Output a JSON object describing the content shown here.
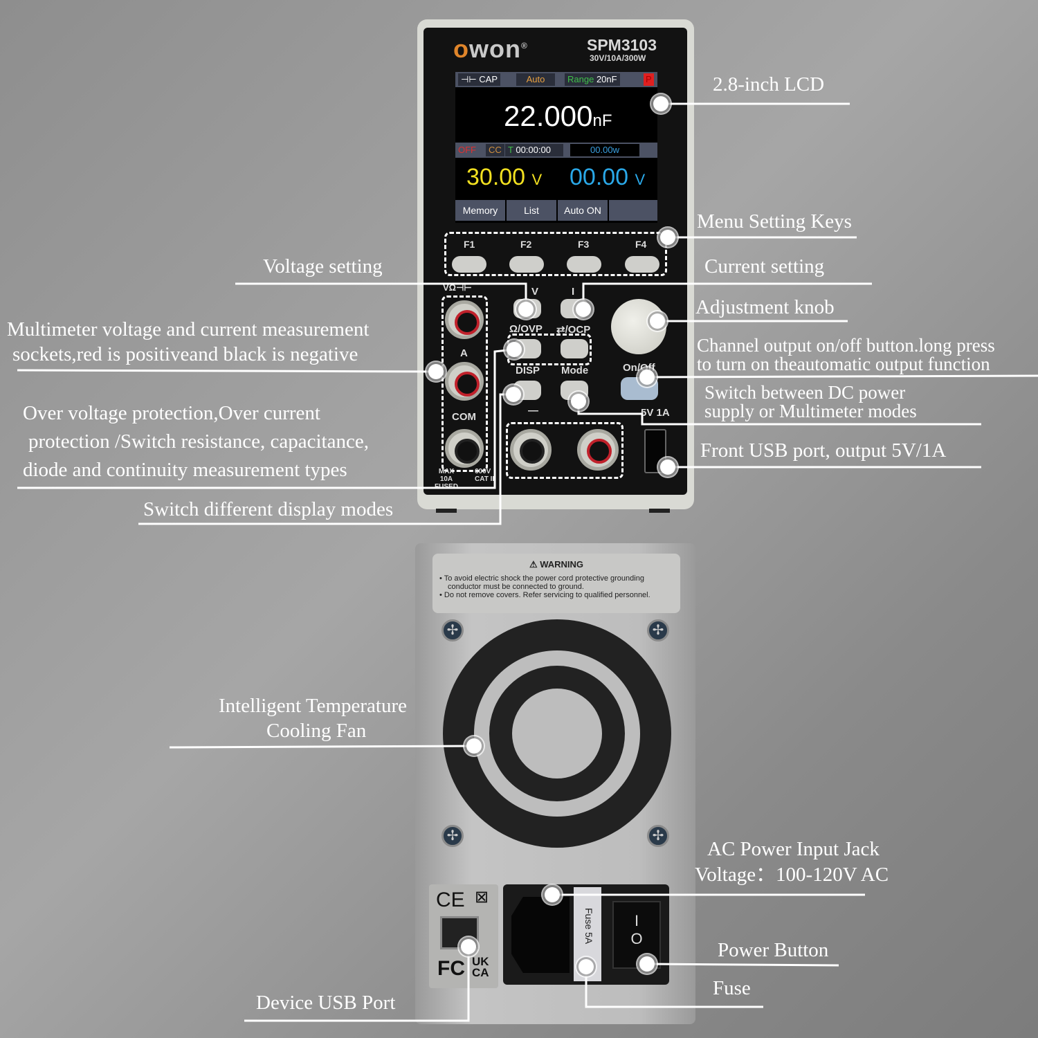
{
  "device": {
    "brand": "owon",
    "model": "SPM3103",
    "spec": "30V/10A/300W"
  },
  "screen": {
    "mode": "CAP",
    "range_mode": "Auto",
    "range_label": "Range",
    "range_value": "20nF",
    "flag": "P",
    "reading": "22.000",
    "reading_unit": "nF",
    "status_off": "OFF",
    "status_cc": "CC",
    "timer_label": "T",
    "timer": "00:00:00",
    "power": "00.00w",
    "set_voltage": "30.00",
    "set_unit": "V",
    "out_voltage": "00.00",
    "out_unit": "V",
    "menu": [
      "Memory",
      "List",
      "Auto ON",
      ""
    ]
  },
  "panel": {
    "fkeys": [
      "F1",
      "F2",
      "F3",
      "F4"
    ],
    "v_key": "V",
    "i_key": "I",
    "ovp": "Ω/OVP",
    "ocp": "⇄/OCP",
    "disp": "DISP",
    "mode": "Mode",
    "onoff": "On/Off",
    "usb": "5V 1A",
    "meter_top": "VΩ⊣⊢",
    "amp": "A",
    "com": "COM",
    "max": "MAX 10A FUSED",
    "cat": "600V CAT II",
    "minus": "—"
  },
  "back": {
    "warning_title": "WARNING",
    "warning_1": "To avoid electric shock the power cord protective grounding conductor must be connected to ground.",
    "warning_2": "Do not remove covers. Refer servicing to qualified personnel.",
    "fuse": "Fuse 5A",
    "switch_on": "I",
    "switch_off": "O",
    "ce": "CE",
    "fc": "FC",
    "ukca": "UK CA"
  },
  "labels": {
    "lcd": "2.8-inch LCD",
    "menu_keys": "Menu Setting Keys",
    "voltage": "Voltage setting",
    "current": "Current setting",
    "knob": "Adjustment knob",
    "channel_1": "Channel output on/off button.long press",
    "channel_2": "to turn on theautomatic output function",
    "switch_1": "Switch between DC power",
    "switch_2": "supply or Multimeter modes",
    "front_usb": "Front USB port, output 5V/1A",
    "meter_1": "Multimeter voltage and current measurement",
    "meter_2": "sockets,red is positiveand black is negative",
    "ovp_1": "Over voltage protection,Over current",
    "ovp_2": "protection /Switch resistance, capacitance,",
    "ovp_3": "diode and continuity measurement types",
    "disp": "Switch different display modes",
    "fan_1": "Intelligent Temperature",
    "fan_2": "Cooling Fan",
    "ac_1": "AC Power Input Jack",
    "ac_2": "Voltage：100-120V AC",
    "power": "Power Button",
    "fuse": "Fuse",
    "device_usb": "Device USB Port"
  }
}
